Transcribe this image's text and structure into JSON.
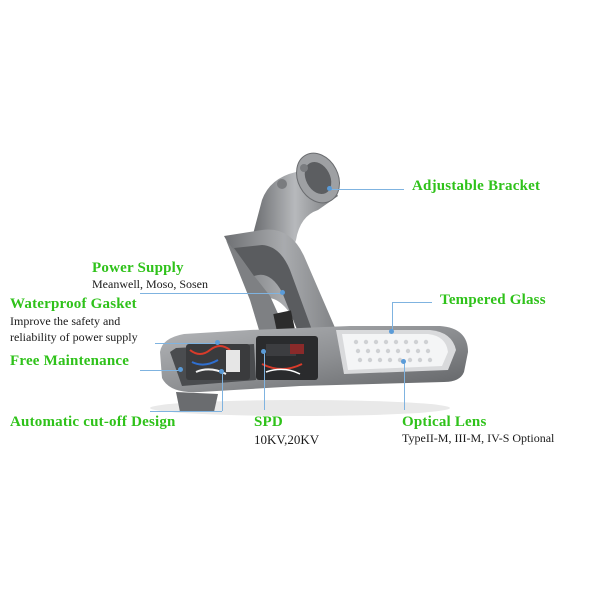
{
  "callouts": {
    "adjustable_bracket": "Adjustable Bracket",
    "power_supply": "Power Supply",
    "power_supply_brands": "Meanwell, Moso, Sosen",
    "waterproof_gasket": "Waterproof Gasket",
    "waterproof_gasket_desc_1": "Improve the safety and",
    "waterproof_gasket_desc_2": "reliability of power supply",
    "tempered_glass": "Tempered Glass",
    "free_maintenance": "Free Maintenance",
    "auto_cutoff": "Automatic cut-off Design",
    "spd": "SPD",
    "spd_spec": "10KV,20KV",
    "optical_lens": "Optical Lens",
    "optical_lens_types": "TypeII-M, III-M, IV-S Optional"
  },
  "colors": {
    "label_green": "#2fc21a",
    "leader_blue": "#7fb3e0",
    "housing_gray": "#8e9093"
  }
}
